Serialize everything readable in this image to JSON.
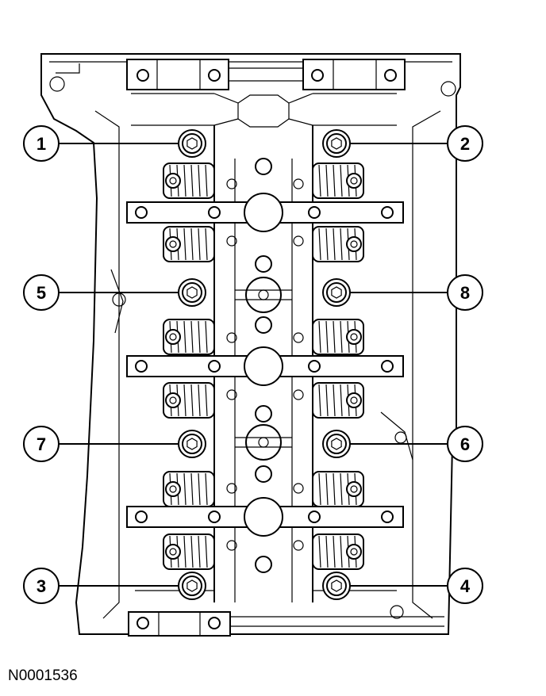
{
  "figure_id": "N0001536",
  "callouts": [
    {
      "label": "1",
      "side": "left",
      "bolt": "upper-left"
    },
    {
      "label": "2",
      "side": "right",
      "bolt": "upper-right"
    },
    {
      "label": "5",
      "side": "left",
      "bolt": "second-left"
    },
    {
      "label": "8",
      "side": "right",
      "bolt": "second-right"
    },
    {
      "label": "7",
      "side": "left",
      "bolt": "third-left"
    },
    {
      "label": "6",
      "side": "right",
      "bolt": "third-right"
    },
    {
      "label": "3",
      "side": "left",
      "bolt": "lower-left"
    },
    {
      "label": "4",
      "side": "right",
      "bolt": "lower-right"
    }
  ]
}
